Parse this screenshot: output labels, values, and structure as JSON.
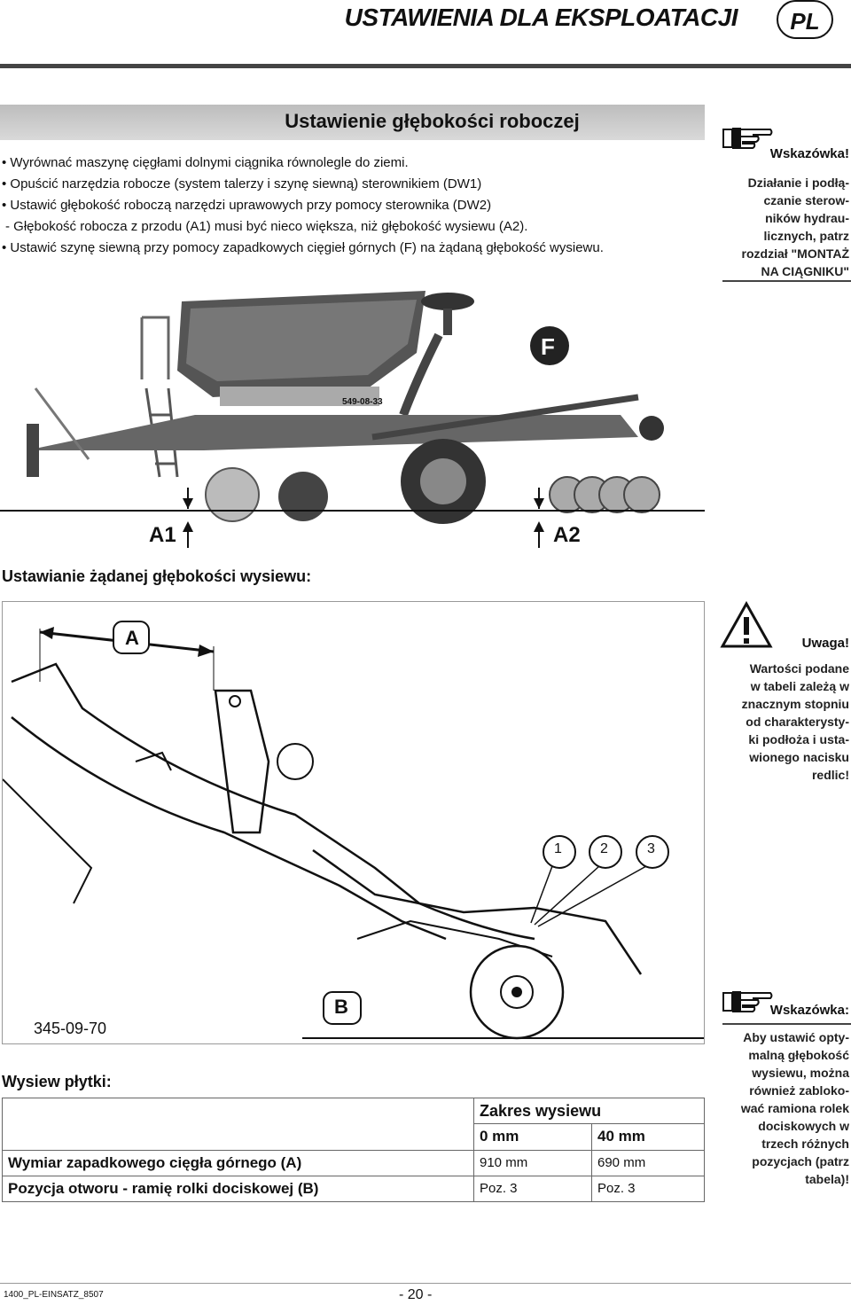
{
  "header": {
    "title": "USTAWIENIA DLA EKSPLOATACJI",
    "lang": "PL"
  },
  "section": {
    "title": "Ustawienie głębokości roboczej"
  },
  "instructions": [
    "•   Wyrównać maszynę cięgłami dolnymi ciągnika równolegle do ziemi.",
    "•   Opuścić narzędzia robocze (system talerzy i szynę siewną) sterownikiem (DW1)",
    "•   Ustawić głębokość roboczą narzędzi uprawowych przy pomocy sterownika (DW2)",
    "    -   Głębokość robocza z przodu (A1) musi być nieco większa, niż głębokość wysiewu (A2).",
    "•   Ustawić szynę siewną przy pomocy zapadkowych cięgieł górnych (F) na żądaną głębokość wysiewu."
  ],
  "note1": {
    "title": "Wskazówka!",
    "lines": [
      "Działanie i podłą-",
      "czanie sterow-",
      "ników hydrau-",
      "licznych, patrz",
      "rozdział \"MONTAŻ",
      "NA CIĄGNIKU\""
    ]
  },
  "machine_labels": {
    "serial": "549-08-33",
    "f": "F",
    "a1": "A1",
    "a2": "A2"
  },
  "subheading": "Ustawianie żądanej głębokości wysiewu:",
  "warning": {
    "title": "Uwaga!",
    "lines": [
      "Wartości podane",
      "w tabeli zależą w",
      "znacznym stopniu",
      "od charakterysty-",
      "ki podłoża i usta-",
      "wionego nacisku",
      "redlic!"
    ]
  },
  "diagram_labels": {
    "a": "A",
    "b": "B",
    "n1": "1",
    "n2": "2",
    "n3": "3",
    "code": "345-09-70"
  },
  "note2": {
    "title": "Wskazówka:",
    "lines": [
      "Aby ustawić opty-",
      "malną głębokość",
      "wysiewu, można",
      "również zabloko-",
      "wać ramiona rolek",
      "dociskowych w",
      "trzech różnych",
      "pozycjach (patrz",
      "tabela)!"
    ]
  },
  "table": {
    "caption": "Wysiew płytki:",
    "range_header": "Zakres wysiewu",
    "col1": "0 mm",
    "col2": "40 mm",
    "rows": [
      {
        "label": "Wymiar zapadkowego cięgła górnego (A)",
        "v1": "910 mm",
        "v2": "690 mm"
      },
      {
        "label": "Pozycja otworu - ramię rolki dociskowej (B)",
        "v1": "Poz. 3",
        "v2": "Poz. 3"
      }
    ]
  },
  "footer": {
    "code": "1400_PL-EINSATZ_8507",
    "page": "- 20 -"
  }
}
